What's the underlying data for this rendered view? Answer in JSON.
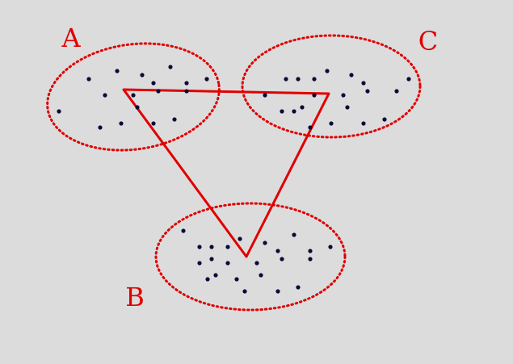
{
  "colors": {
    "background": "#dcdcdc",
    "accent": "#e00000",
    "dot": "#0a0a3a"
  },
  "clusters": [
    {
      "id": "A",
      "label": "A"
    },
    {
      "id": "B",
      "label": "B"
    },
    {
      "id": "C",
      "label": "C"
    }
  ]
}
